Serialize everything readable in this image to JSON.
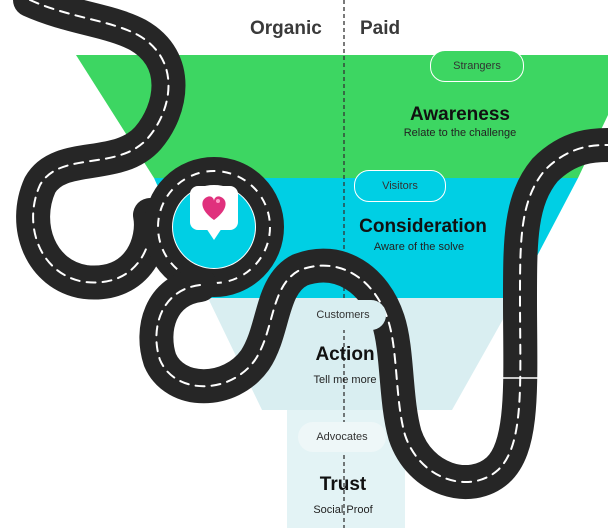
{
  "header": {
    "left_label": "Organic",
    "right_label": "Paid"
  },
  "stages": [
    {
      "badge": "Strangers",
      "title": "Awareness",
      "subtitle": "Relate to the challenge",
      "color": "#3dd662"
    },
    {
      "badge": "Visitors",
      "title": "Consideration",
      "subtitle": "Aware of the solve",
      "color": "#00cfe4"
    },
    {
      "badge": "Customers",
      "title": "Action",
      "subtitle": "Tell me more",
      "color": "#d9eef1"
    },
    {
      "badge": "Advocates",
      "title": "Trust",
      "subtitle": "Social Proof",
      "color": "#e3f3f5"
    }
  ],
  "icons": {
    "heart_badge": "heart-chat-icon",
    "road": "winding-road"
  },
  "colors": {
    "road": "#262626",
    "road_dash": "#ffffff",
    "heart": "#e0317d",
    "heart_badge_bg": "#ffffff"
  }
}
